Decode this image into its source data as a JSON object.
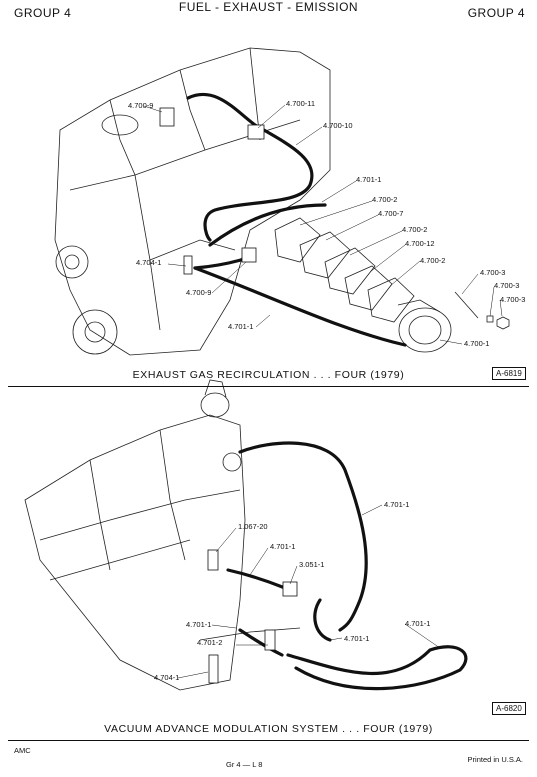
{
  "header": {
    "left": "GROUP 4",
    "center": "FUEL  -  EXHAUST  -  EMISSION",
    "right": "GROUP 4"
  },
  "figure1": {
    "caption": "EXHAUST GAS RECIRCULATION . . . FOUR (1979)",
    "id": "A-6819",
    "labels": [
      "4.700-9",
      "4.700-11",
      "4.700-10",
      "4.701-1",
      "4.700-2",
      "4.700-7",
      "4.700-2",
      "4.700-12",
      "4.700-2",
      "4.700-3",
      "4.700-3",
      "4.700-3",
      "4.704-1",
      "4.700-9",
      "4.701-1",
      "4.700-1"
    ]
  },
  "figure2": {
    "caption": "VACUUM ADVANCE MODULATION SYSTEM . . . FOUR (1979)",
    "id": "A-6820",
    "labels": [
      "4.701-1",
      "1.067-20",
      "4.701-1",
      "3.051-1",
      "4.701-1",
      "4.701-1",
      "4.701-1",
      "4.701-2",
      "4.704-1"
    ]
  },
  "footer": {
    "left": "AMC",
    "center": "Gr 4 — L 8",
    "right": "Printed  in U.S.A."
  }
}
